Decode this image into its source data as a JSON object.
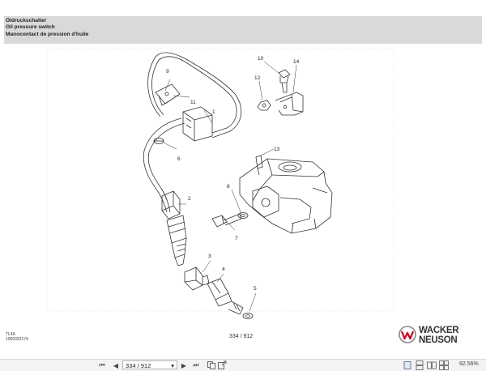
{
  "header": {
    "title_de": "Öldruckschalter",
    "title_en": "Oil pressure switch",
    "title_fr": "Manocontact de pression d'huile"
  },
  "callouts": [
    "1",
    "2",
    "3",
    "4",
    "5",
    "6",
    "7",
    "8",
    "9",
    "10",
    "11",
    "12",
    "13",
    "14"
  ],
  "footer": {
    "model": "TL4ß",
    "doc_number": "1000322174",
    "page": "334 / 912"
  },
  "logo": {
    "line1": "WACKER",
    "line2": "NEUSON"
  },
  "toolbar": {
    "first": "⏮",
    "prev": "◀",
    "page_value": "334 / 912",
    "dropdown": "▾",
    "next": "▶",
    "last": "⏭",
    "zoom": "92.56%"
  }
}
